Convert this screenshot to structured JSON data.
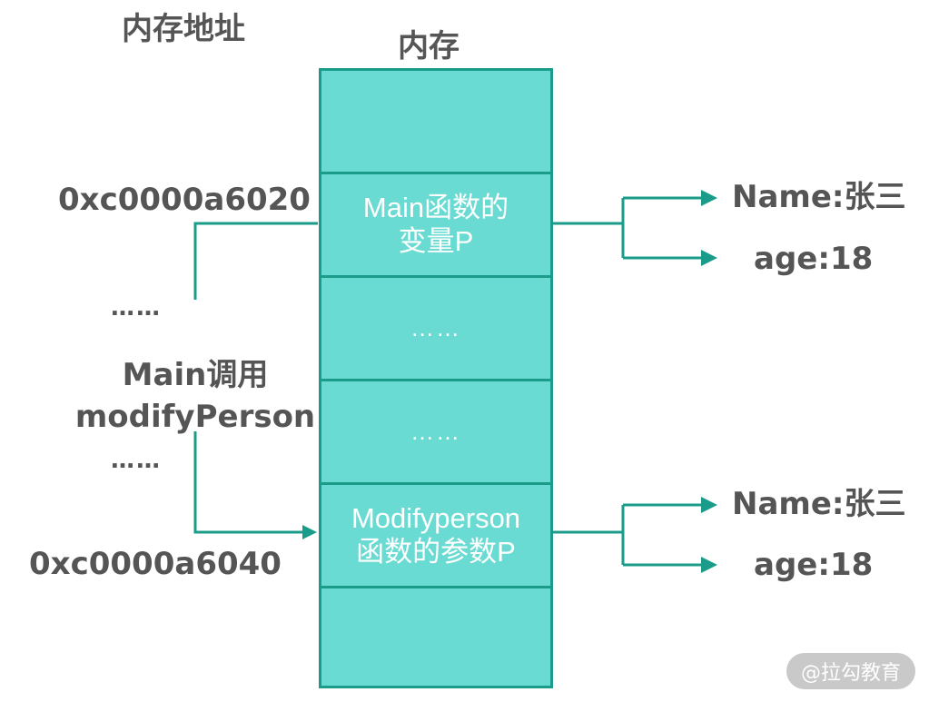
{
  "header": {
    "address_title": "内存地址",
    "memory_title": "内存"
  },
  "addresses": {
    "first": "0xc0000a6020",
    "second": "0xc0000a6040"
  },
  "call_note": {
    "dots_top": "……",
    "line1": "Main调用",
    "line2": "modifyPerson",
    "dots_bottom": "……"
  },
  "memory_cells": {
    "main_var_line1": "Main函数的",
    "main_var_line2": "变量P",
    "middle1": "……",
    "middle2": "……",
    "param_line1": "Modifyperson",
    "param_line2": "函数的参数P"
  },
  "fields_top": {
    "name": "Name:张三",
    "age": "age:18"
  },
  "fields_bottom": {
    "name": "Name:张三",
    "age": "age:18"
  },
  "watermark": "@拉勾教育",
  "colors": {
    "cell_fill": "#6adbd2",
    "border": "#1b9c8b",
    "connector": "#1b9c8b",
    "label_text": "#555555",
    "cell_text": "#ffffff"
  }
}
